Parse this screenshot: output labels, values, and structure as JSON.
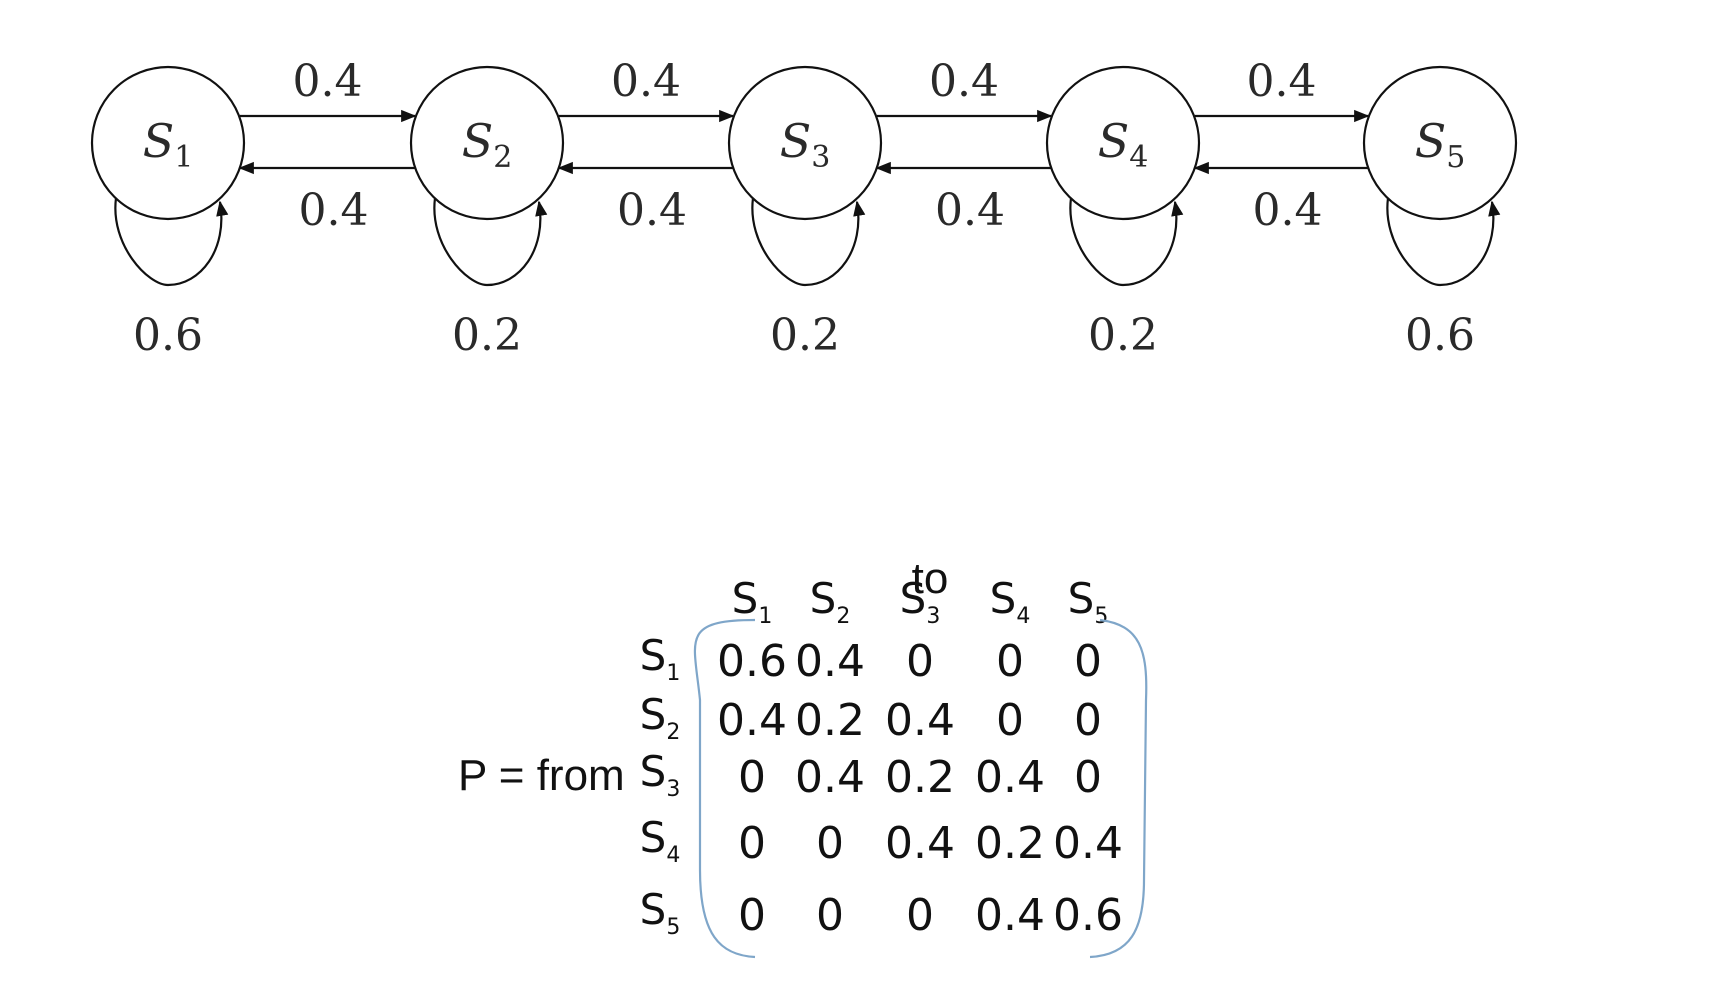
{
  "states": [
    {
      "base": "S",
      "sub": "1",
      "self_loop": "0.6"
    },
    {
      "base": "S",
      "sub": "2",
      "self_loop": "0.2"
    },
    {
      "base": "S",
      "sub": "3",
      "self_loop": "0.2"
    },
    {
      "base": "S",
      "sub": "4",
      "self_loop": "0.2"
    },
    {
      "base": "S",
      "sub": "5",
      "self_loop": "0.6"
    }
  ],
  "forward_labels": [
    "0.4",
    "0.4",
    "0.4",
    "0.4"
  ],
  "backward_labels": [
    "0.4",
    "0.4",
    "0.4",
    "0.4"
  ],
  "matrix": {
    "lhs": "P = from",
    "to_label": "to",
    "col_headers": [
      {
        "base": "S",
        "sub": "1"
      },
      {
        "base": "S",
        "sub": "2"
      },
      {
        "base": "S",
        "sub": "3"
      },
      {
        "base": "S",
        "sub": "4"
      },
      {
        "base": "S",
        "sub": "5"
      }
    ],
    "row_headers": [
      {
        "base": "S",
        "sub": "1"
      },
      {
        "base": "S",
        "sub": "2"
      },
      {
        "base": "S",
        "sub": "3"
      },
      {
        "base": "S",
        "sub": "4"
      },
      {
        "base": "S",
        "sub": "5"
      }
    ],
    "rows": [
      [
        "0.6",
        "0.4",
        "0",
        "0",
        "0"
      ],
      [
        "0.4",
        "0.2",
        "0.4",
        "0",
        "0"
      ],
      [
        "0",
        "0.4",
        "0.2",
        "0.4",
        "0"
      ],
      [
        "0",
        "0",
        "0.4",
        "0.2",
        "0.4"
      ],
      [
        "0",
        "0",
        "0",
        "0.4",
        "0.6"
      ]
    ]
  }
}
